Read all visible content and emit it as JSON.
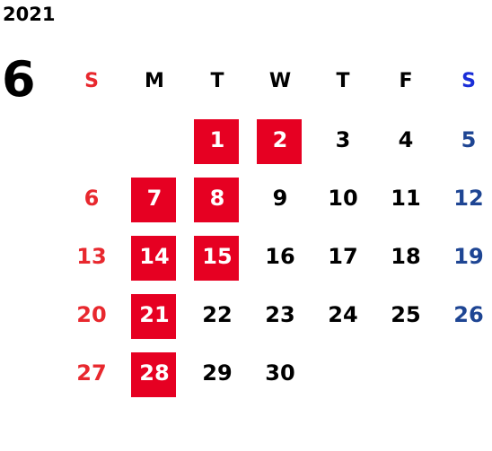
{
  "calendar": {
    "year": "2021",
    "month": "6",
    "weekdays": [
      "S",
      "M",
      "T",
      "W",
      "T",
      "F",
      "S"
    ],
    "leading_blanks": 2,
    "days_in_month": 30,
    "highlighted_days": [
      1,
      2,
      7,
      8,
      14,
      15,
      21,
      28
    ],
    "colors": {
      "highlight": "#e60022",
      "sunday": "#e8282e",
      "saturday_header": "#1a2ed8",
      "saturday": "#1e4593",
      "weekday": "#000000"
    }
  }
}
